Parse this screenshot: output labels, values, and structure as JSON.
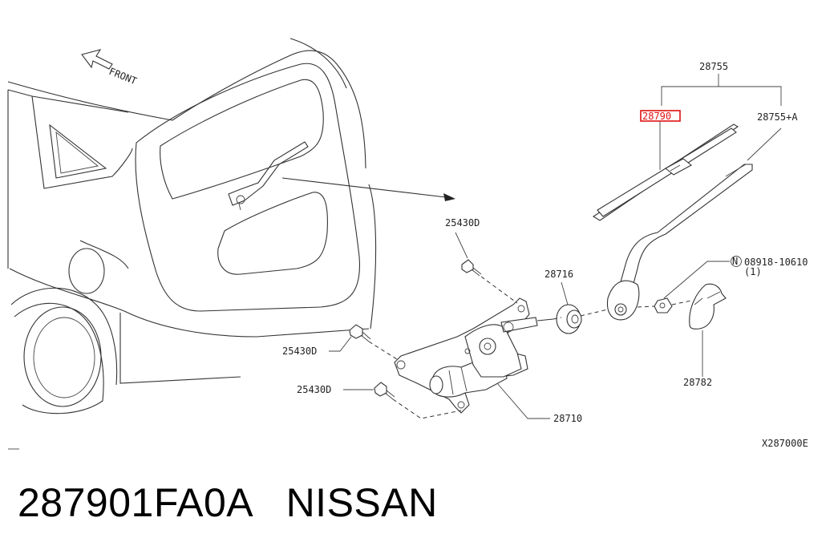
{
  "diagram": {
    "direction_label": "FRONT",
    "diagram_code": "X287000E",
    "parts": {
      "wiper_arm_assembly": "28755",
      "wiper_blade": "28790",
      "wiper_arm": "28755+A",
      "bolt_upper": "25430D",
      "bolt_middle": "25430D",
      "bolt_lower": "25430D",
      "pivot_seal": "28716",
      "nut": "08918-10610",
      "nut_qty": "(1)",
      "nut_symbol": "N",
      "motor": "28710",
      "cap": "28782"
    }
  },
  "caption": {
    "part_number": "287901FA0A",
    "brand": "NISSAN"
  }
}
